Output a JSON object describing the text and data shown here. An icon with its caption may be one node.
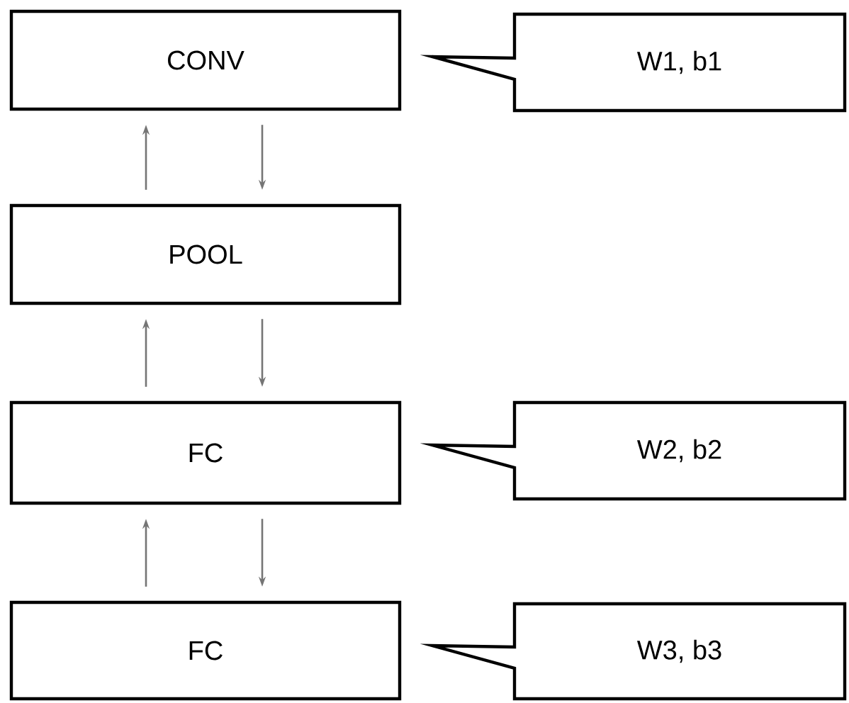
{
  "diagram": {
    "nodes": [
      {
        "text": [
          "CONV"
        ]
      },
      {
        "text": [
          "W1, b1"
        ]
      },
      {
        "text": [
          "POOL"
        ]
      },
      {
        "text": [
          "FC"
        ]
      },
      {
        "text": [
          "W2, b2"
        ]
      },
      {
        "text": [
          "FC"
        ]
      },
      {
        "text": [
          "W3, b3"
        ]
      }
    ],
    "edges": [
      {
        "from": 2,
        "to": 0,
        "arrow": "to"
      },
      {
        "from": 0,
        "to": 2,
        "arrow": "to"
      },
      {
        "from": 3,
        "to": 2,
        "arrow": "to"
      },
      {
        "from": 2,
        "to": 3,
        "arrow": "to"
      },
      {
        "from": 5,
        "to": 3,
        "arrow": "to"
      },
      {
        "from": 3,
        "to": 5,
        "arrow": "to"
      }
    ]
  }
}
